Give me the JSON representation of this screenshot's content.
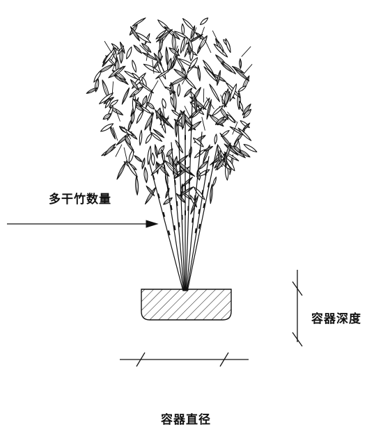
{
  "labels": {
    "stems": "多干竹数量",
    "depth": "容器深度",
    "diameter": "容器直径"
  },
  "colors": {
    "line": "#111111",
    "background": "#ffffff"
  }
}
